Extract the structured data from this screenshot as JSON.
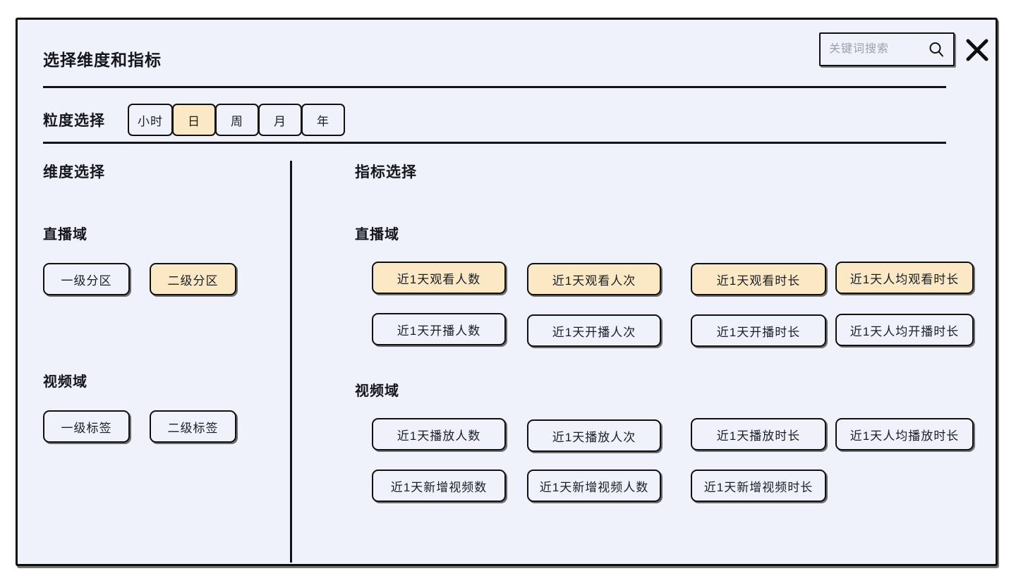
{
  "dialog": {
    "title": "选择维度和指标",
    "close_icon": "close-icon"
  },
  "search": {
    "placeholder": "关键词搜索",
    "value": "",
    "icon": "search-icon"
  },
  "granularity": {
    "label": "粒度选择",
    "options": [
      {
        "label": "小时",
        "selected": false
      },
      {
        "label": "日",
        "selected": true
      },
      {
        "label": "周",
        "selected": false
      },
      {
        "label": "月",
        "selected": false
      },
      {
        "label": "年",
        "selected": false
      }
    ]
  },
  "dimension": {
    "heading": "维度选择",
    "groups": [
      {
        "title": "直播域",
        "chips": [
          {
            "label": "一级分区",
            "selected": false
          },
          {
            "label": "二级分区",
            "selected": true
          }
        ]
      },
      {
        "title": "视频域",
        "chips": [
          {
            "label": "一级标签",
            "selected": false
          },
          {
            "label": "二级标签",
            "selected": false
          }
        ]
      }
    ]
  },
  "metric": {
    "heading": "指标选择",
    "groups": [
      {
        "title": "直播域",
        "rows": [
          [
            {
              "label": "近1天观看人数",
              "selected": true
            },
            {
              "label": "近1天观看人次",
              "selected": true
            },
            {
              "label": "近1天观看时长",
              "selected": true
            },
            {
              "label": "近1天人均观看时长",
              "selected": true
            }
          ],
          [
            {
              "label": "近1天开播人数",
              "selected": false
            },
            {
              "label": "近1天开播人次",
              "selected": false
            },
            {
              "label": "近1天开播时长",
              "selected": false
            },
            {
              "label": "近1天人均开播时长",
              "selected": false
            }
          ]
        ]
      },
      {
        "title": "视频域",
        "rows": [
          [
            {
              "label": "近1天播放人数",
              "selected": false
            },
            {
              "label": "近1天播放人次",
              "selected": false
            },
            {
              "label": "近1天播放时长",
              "selected": false
            },
            {
              "label": "近1天人均播放时长",
              "selected": false
            }
          ],
          [
            {
              "label": "近1天新增视频数",
              "selected": false
            },
            {
              "label": "近1天新增视频人数",
              "selected": false
            },
            {
              "label": "近1天新增视频时长",
              "selected": false
            }
          ]
        ]
      }
    ]
  },
  "colors": {
    "panel_bg": "#eff2fb",
    "selected_fill": "#fae9c4",
    "border": "#101010",
    "text": "#1b1d24"
  }
}
